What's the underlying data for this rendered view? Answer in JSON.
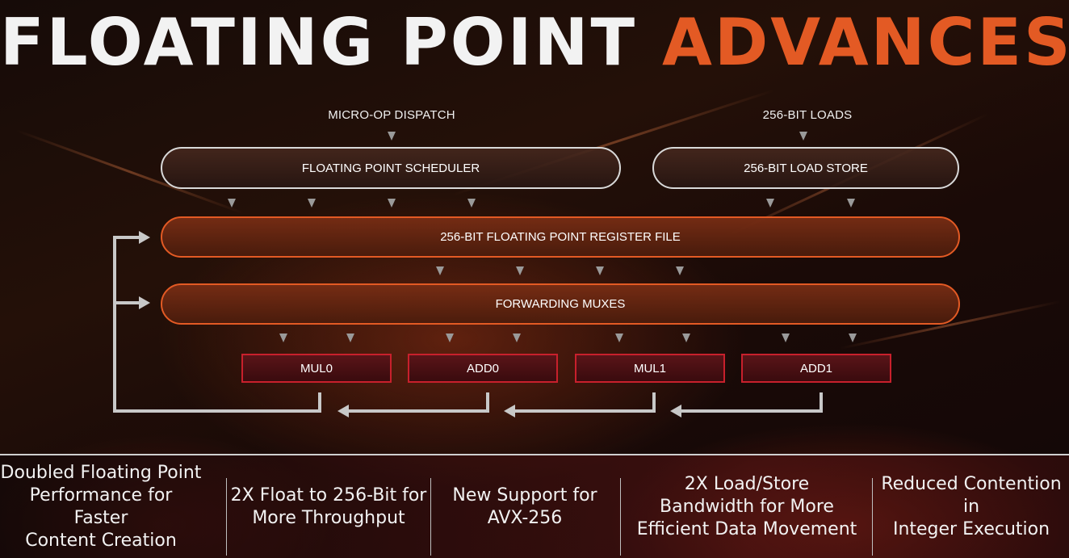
{
  "title": {
    "part1": "FLOATING POINT",
    "part2": "ADVANCES",
    "accent_color": "#e35a24"
  },
  "inputs": {
    "dispatch": "MICRO-OP DISPATCH",
    "loads": "256-BIT LOADS"
  },
  "blocks": {
    "scheduler": "FLOATING POINT SCHEDULER",
    "load_store": "256-BIT LOAD STORE",
    "register_file": "256-BIT FLOATING POINT REGISTER FILE",
    "forwarding": "FORWARDING MUXES"
  },
  "units": [
    "MUL0",
    "ADD0",
    "MUL1",
    "ADD1"
  ],
  "features": [
    [
      "Doubled Floating Point",
      "Performance for Faster",
      "Content Creation"
    ],
    [
      "2X Float to 256-Bit for",
      "More Throughput"
    ],
    [
      "New Support for",
      "AVX-256"
    ],
    [
      "2X Load/Store",
      "Bandwidth for More",
      "Efficient Data Movement"
    ],
    [
      "Reduced Contention in",
      "Integer Execution"
    ]
  ],
  "colors": {
    "unit_border": "#c8202c",
    "pill_border_light": "#d9d9d9",
    "arrow": "#bfbfbf"
  }
}
